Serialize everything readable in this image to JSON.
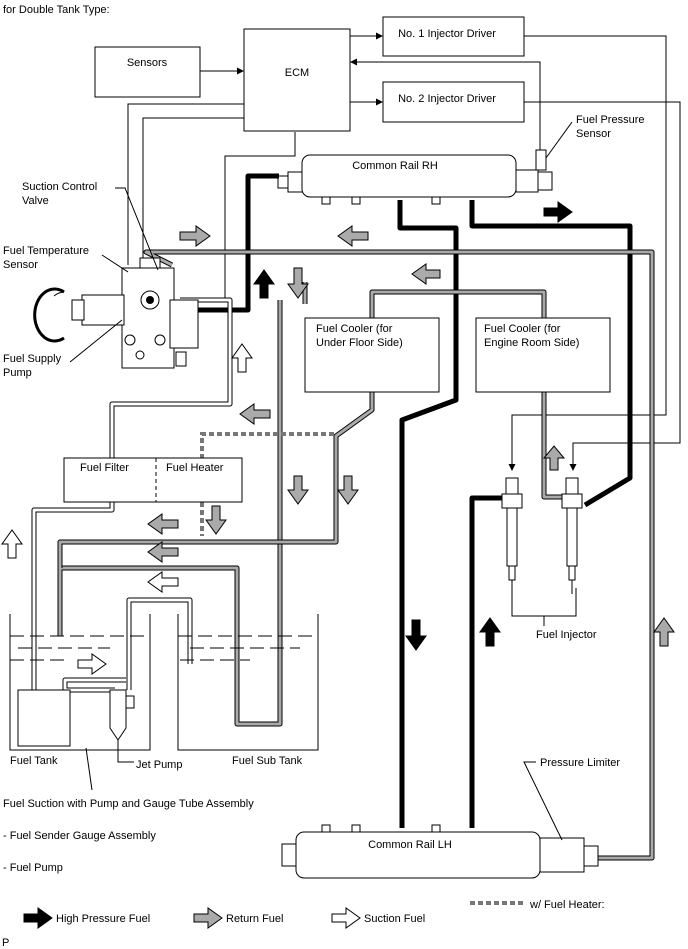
{
  "diagram": {
    "heading": "for Double Tank Type:",
    "sensors": "Sensors",
    "ecm": "ECM",
    "injector_driver_1": "No. 1 Injector Driver",
    "injector_driver_2": "No. 2 Injector Driver",
    "fuel_pressure_sensor": [
      "Fuel Pressure",
      "Sensor"
    ],
    "common_rail_rh": "Common Rail RH",
    "common_rail_lh": "Common Rail LH",
    "suction_control_valve": [
      "Suction Control",
      "Valve"
    ],
    "fuel_temperature_sensor": [
      "Fuel Temperature",
      "Sensor"
    ],
    "fuel_supply_pump": [
      "Fuel Supply",
      "Pump"
    ],
    "fuel_cooler_under_floor": [
      "Fuel Cooler (for",
      "Under Floor Side)"
    ],
    "fuel_cooler_engine_room": [
      "Fuel Cooler (for",
      "Engine Room Side)"
    ],
    "fuel_filter": "Fuel Filter",
    "fuel_heater": "Fuel Heater",
    "fuel_injector": "Fuel Injector",
    "fuel_tank": "Fuel Tank",
    "jet_pump": "Jet Pump",
    "fuel_sub_tank": "Fuel Sub Tank",
    "pressure_limiter": "Pressure Limiter",
    "assembly_title": "Fuel Suction with Pump and Gauge Tube Assembly",
    "assembly_items": [
      "- Fuel Sender Gauge Assembly",
      "- Fuel Pump"
    ],
    "footer_code": "P"
  },
  "legend": {
    "high_pressure": "High Pressure Fuel",
    "return": "Return Fuel",
    "suction": "Suction Fuel",
    "heater": "w/ Fuel Heater:"
  }
}
